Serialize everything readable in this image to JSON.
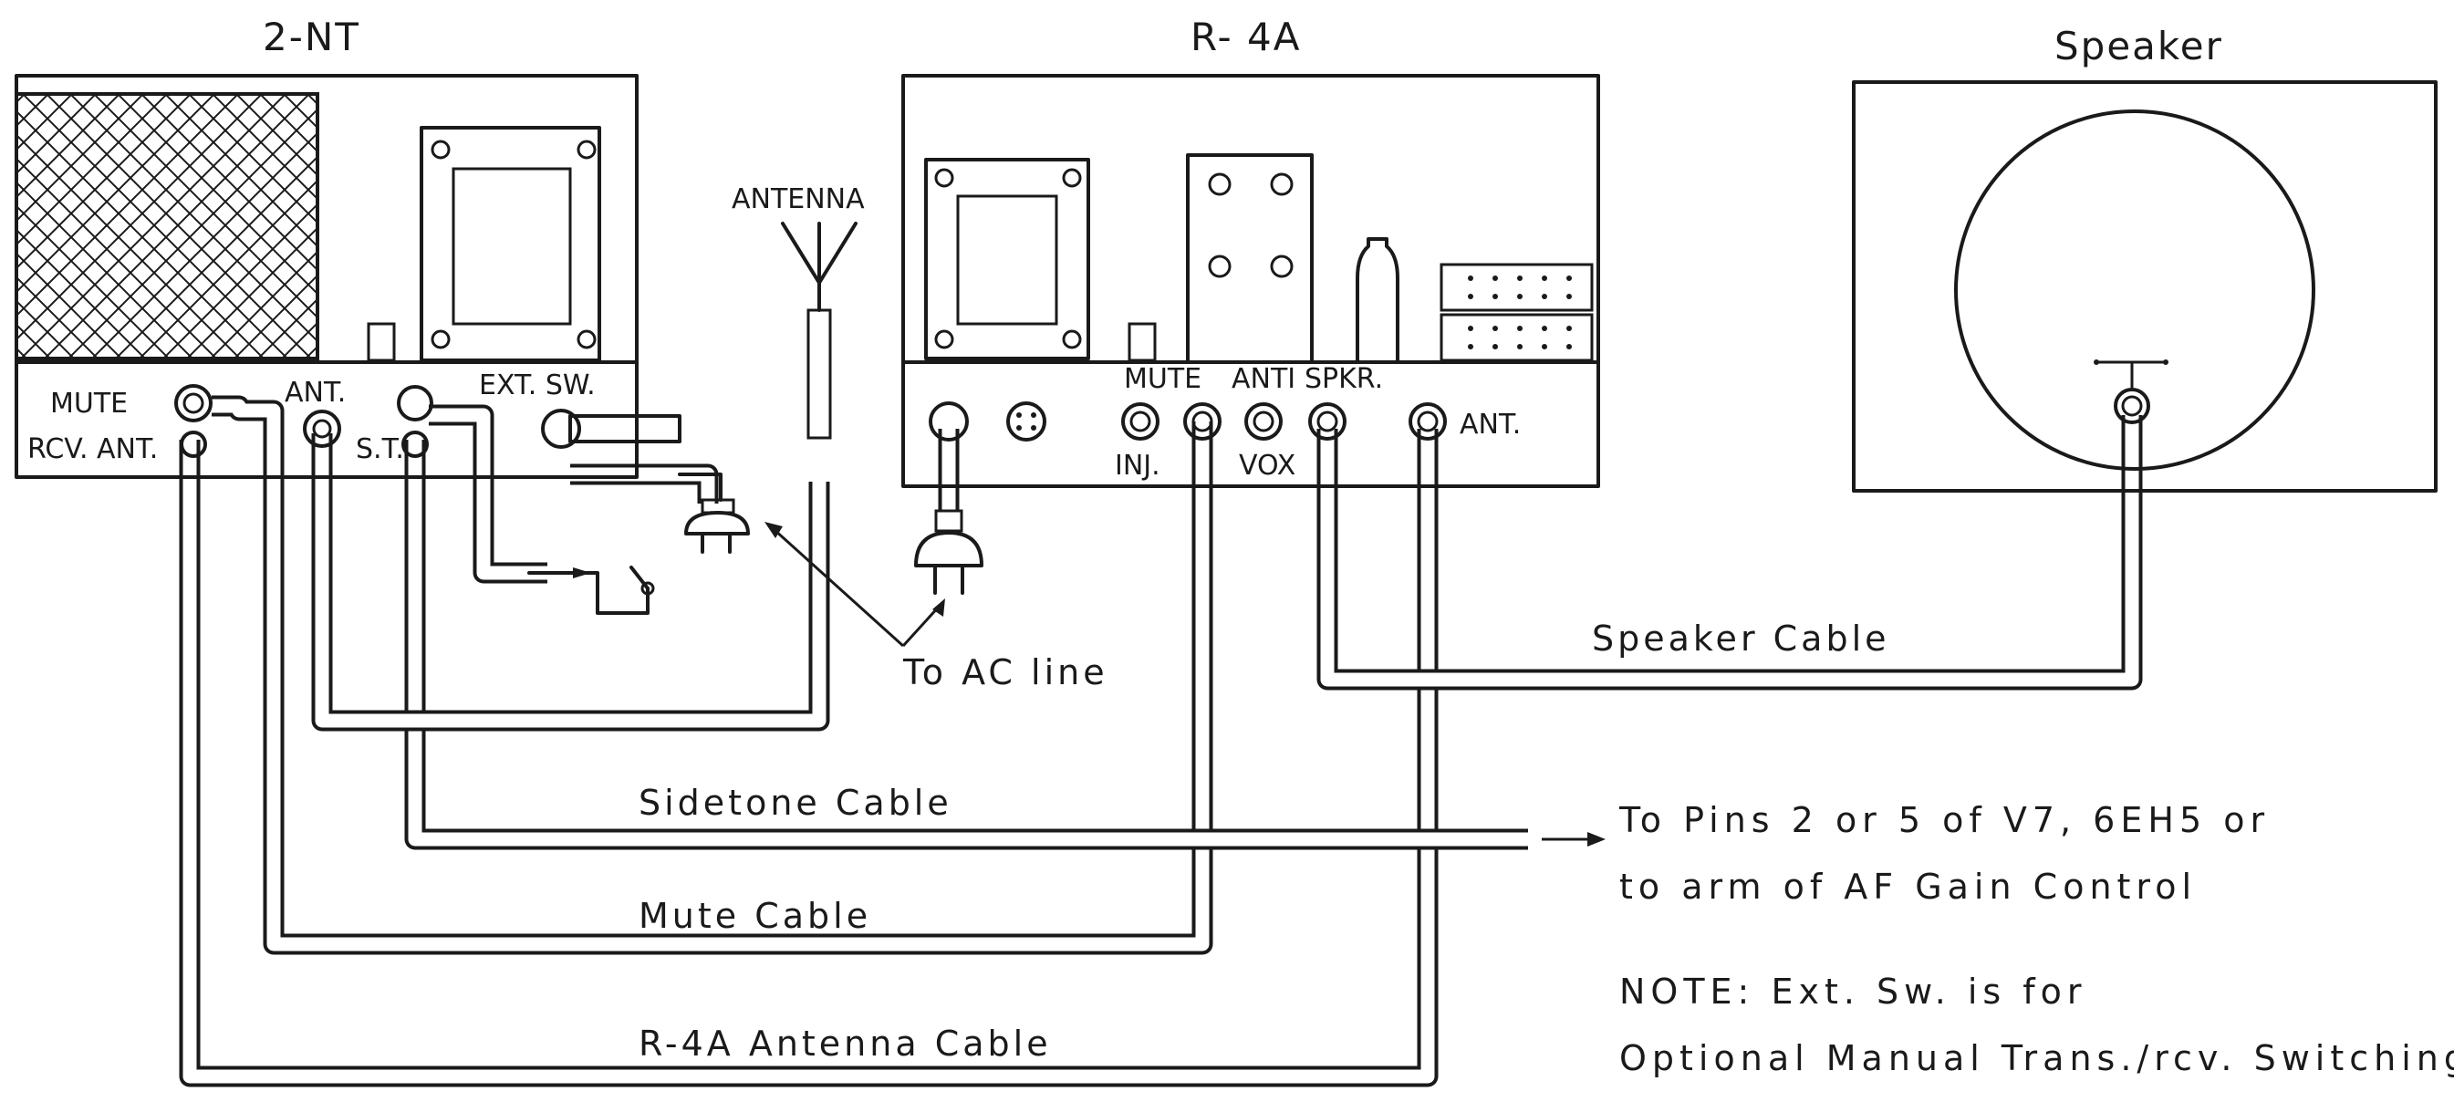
{
  "units": {
    "nt2": {
      "title": "2-NT",
      "labels": {
        "mute": "MUTE",
        "rcv_ant": "RCV. ANT.",
        "ant": "ANT.",
        "st": "S.T.",
        "ext_sw": "EXT. SW."
      }
    },
    "r4a": {
      "title": "R- 4A",
      "labels": {
        "mute": "MUTE",
        "anti": "ANTI",
        "spkr": "SPKR.",
        "inj": "INJ.",
        "vox": "VOX",
        "ant": "ANT."
      }
    },
    "speaker": {
      "title": "Speaker"
    }
  },
  "antenna": {
    "label": "ANTENNA"
  },
  "cables": {
    "speaker": "Speaker  Cable",
    "sidetone": "Sidetone  Cable",
    "mute": "Mute  Cable",
    "antenna": "R-4A  Antenna  Cable"
  },
  "ac_line": "To  AC  line",
  "pins_note": {
    "line1": "To  Pins  2  or  5  of  V7,  6EH5   or",
    "line2": "to  arm  of  AF  Gain  Control"
  },
  "note": {
    "line1": "NOTE:  Ext.  Sw.  is  for",
    "line2": "Optional  Manual  Trans./rcv.  Switching"
  }
}
